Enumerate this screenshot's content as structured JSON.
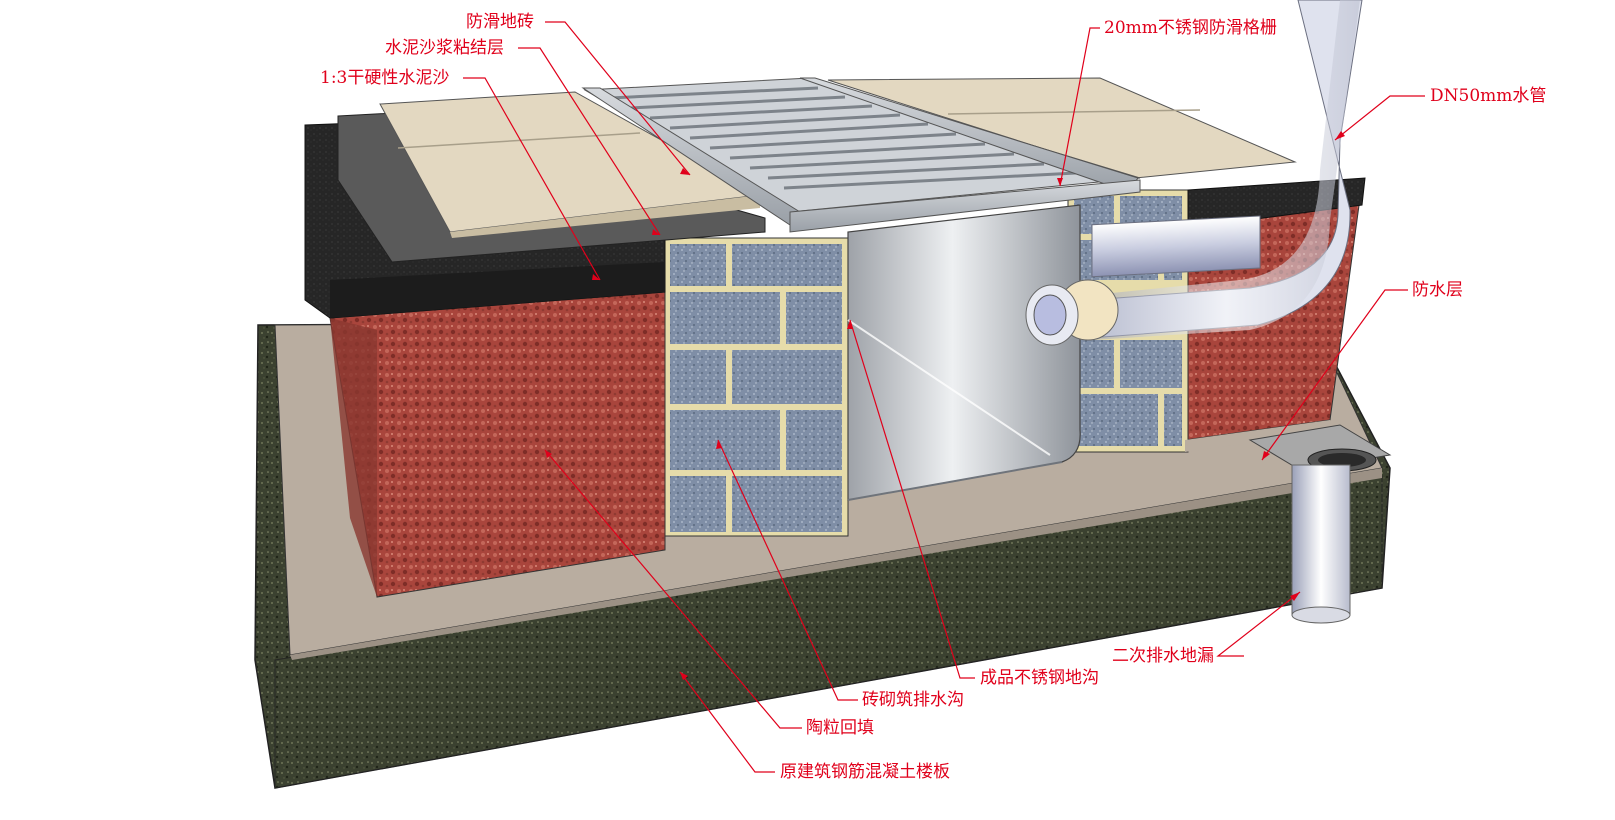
{
  "diagram": {
    "labels": {
      "anti_slip_tile": "防滑地砖",
      "cement_mortar_bond": "水泥沙浆粘结层",
      "dry_hard_cement_sand": "1:3干硬性水泥沙",
      "grating": "20mm不锈钢防滑格栅",
      "water_pipe": "DN50mm水管",
      "waterproof_layer": "防水层",
      "secondary_floor_drain": "二次排水地漏",
      "stainless_trench": "成品不锈钢地沟",
      "brick_trench": "砖砌筑排水沟",
      "ceramsite_backfill": "陶粒回填",
      "concrete_slab": "原建筑钢筋混凝土楼板"
    },
    "colors": {
      "annotation": "#e0001b",
      "concrete": "#3b4130",
      "waterproof": "#b9ada0",
      "ceramsite": "#a9453c",
      "brick": "#7f8ea6",
      "mortar": "#e6dcaa",
      "screed": "#262626",
      "tile": "#e3d8c1",
      "steel": "#c9ccd0",
      "pipe": "#e8eaf2"
    }
  }
}
